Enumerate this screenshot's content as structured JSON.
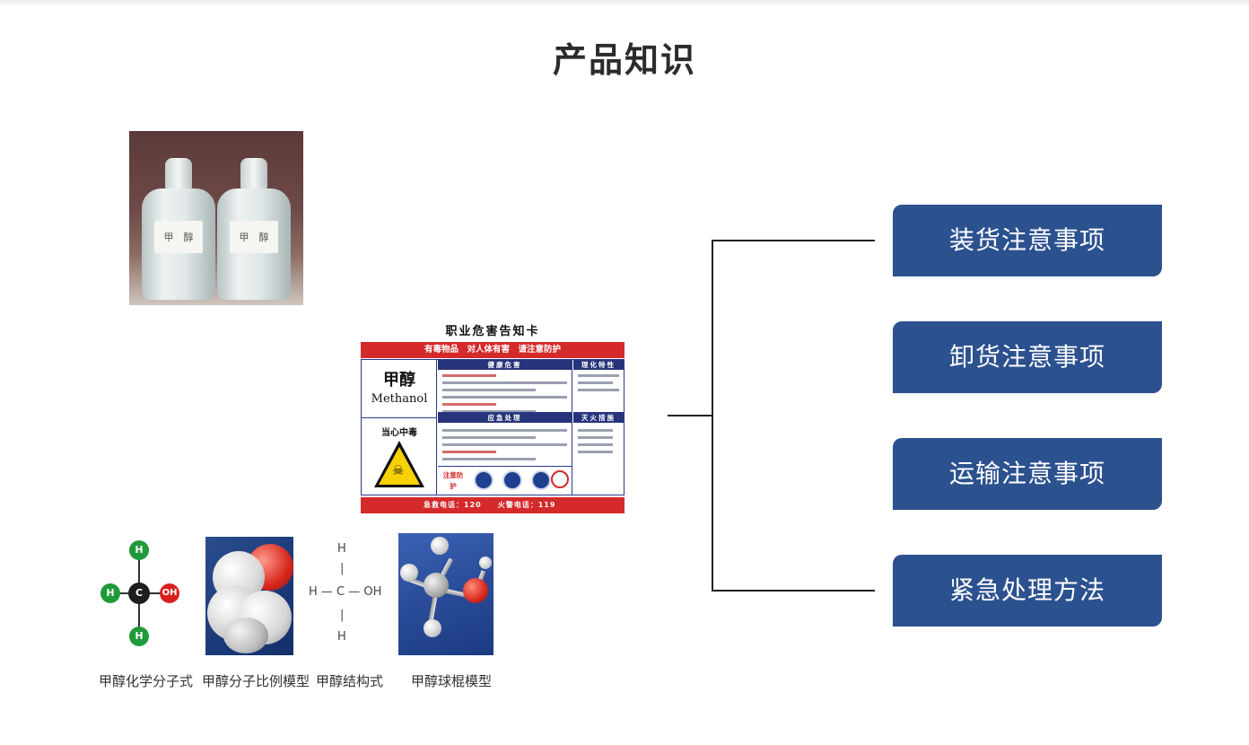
{
  "page": {
    "title": "产品知识"
  },
  "bottles": {
    "label_left": "甲　醇",
    "label_right": "甲　醇"
  },
  "hazard_card": {
    "header": "职业危害告知卡",
    "banner": "有毒物品　对人体有害　请注意防护",
    "name_cn": "甲醇",
    "name_en": "Methanol",
    "health_hazard": "健康危害",
    "physical_properties": "理化特性",
    "warning": "当心中毒",
    "emergency": "应急处理",
    "fire_fighting": "灭火措施",
    "protection": "注意防护",
    "footer": "急救电话：120　　火警电话：119"
  },
  "molecules": {
    "formula": {
      "h": "H",
      "c": "C",
      "oh": "OH"
    },
    "structure": {
      "top": "H",
      "middle": "H — C — OH",
      "bottom": "H",
      "bar": "|"
    },
    "captions": [
      "甲醇化学分子式",
      "甲醇分子比例模型",
      "甲醇结构式",
      "甲醇球棍模型"
    ]
  },
  "menu": {
    "items": [
      "装货注意事项",
      "卸货注意事项",
      "运输注意事项",
      "紧急处理方法"
    ]
  },
  "colors": {
    "button": "#2c518f",
    "hazard_red": "#d42a2a",
    "hazard_blue": "#27337a"
  }
}
